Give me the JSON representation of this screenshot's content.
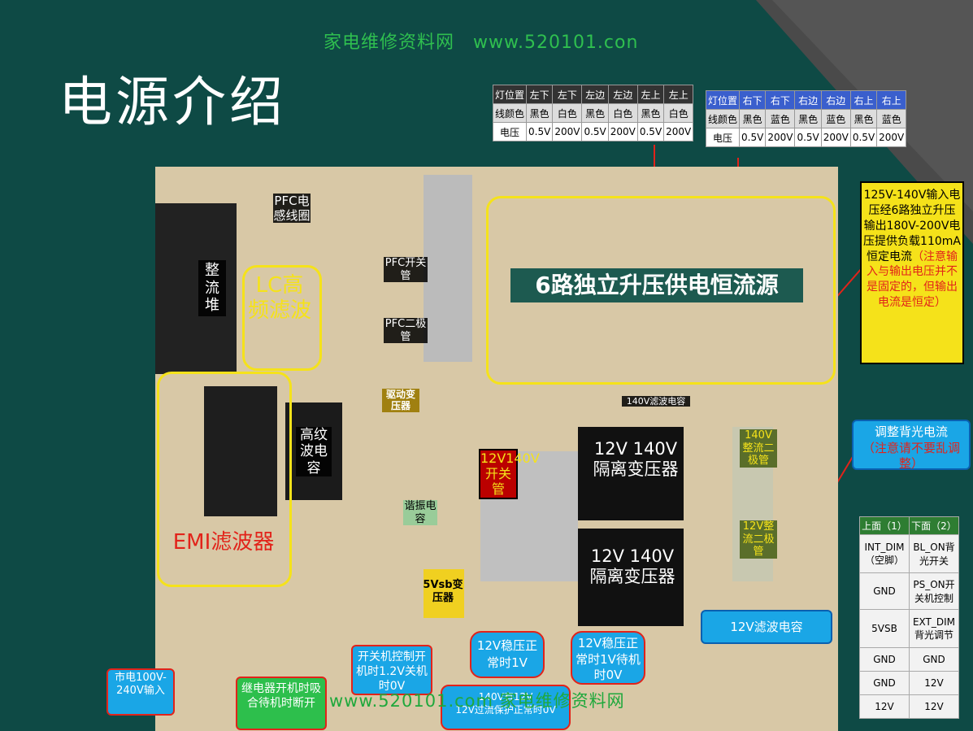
{
  "watermark_top": "家电维修资料网　www.520101.con",
  "watermark_bottom": "www.520101.com 家电维修资料网",
  "title": "电源介绍",
  "table_left": {
    "header": [
      "灯位置",
      "左下",
      "左下",
      "左边",
      "左边",
      "左上",
      "左上"
    ],
    "row1": [
      "线颜色",
      "黑色",
      "白色",
      "黑色",
      "白色",
      "黑色",
      "白色"
    ],
    "row2": [
      "电压",
      "0.5V",
      "200V",
      "0.5V",
      "200V",
      "0.5V",
      "200V"
    ]
  },
  "table_right": {
    "header": [
      "灯位置",
      "右下",
      "右下",
      "右边",
      "右边",
      "右上",
      "右上"
    ],
    "row1": [
      "线颜色",
      "黑色",
      "蓝色",
      "黑色",
      "蓝色",
      "黑色",
      "蓝色"
    ],
    "row2": [
      "电压",
      "0.5V",
      "200V",
      "0.5V",
      "200V",
      "0.5V",
      "200V"
    ]
  },
  "labels": {
    "pfc_inductor": "PFC电感线圈",
    "rectifier": "整流堆",
    "lc_filter": "LC高频滤波",
    "pfc_switch": "PFC开关管",
    "pfc_diode": "PFC二极管",
    "boost": "6路独立升压供电恒流源",
    "emi": "EMI滤波器",
    "hv_cap": "高纹波电容",
    "cap140": "140V滤波电容",
    "drive_tx": "驱动变压器",
    "sw_12_140": "12V140V开关管",
    "res_cap": "谐振电容",
    "tx1": "12V 140V隔离变压器",
    "tx2": "12V 140V隔离变压器",
    "rect140": "140V整流二极管",
    "rect12": "12V整流二极管",
    "tx5v": "5Vsb变压器",
    "cap12": "12V滤波电容"
  },
  "yellow_note": "125V-140V输入电压经6路独立升压输出180V-200V电压提供负载110mA恒定电流",
  "yellow_note_red": "（注意输入与输出电压并不是固定的，但输出电流是恒定）",
  "adjust_title": "调整背光电流",
  "adjust_note": "（注意请不要乱调整）",
  "callouts": {
    "mains": "市电100V-240V输入",
    "relay": "继电器开机时吸合待机时断开",
    "onoff": "开关机控制开机时1.2V关机时0V",
    "reg1": "12V稳压正常时1V",
    "reg2": "12V稳压正常时1V待机时0V",
    "ocp": "140V有12V\n12V过流保护正常时0V"
  },
  "pin_table": {
    "head": [
      "上面（1）",
      "下面（2）"
    ],
    "rows": [
      [
        "INT_DIM（空脚）",
        "BL_ON背光开关"
      ],
      [
        "GND",
        "PS_ON开关机控制"
      ],
      [
        "5VSB",
        "EXT_DIM背光调节"
      ],
      [
        "GND",
        "GND"
      ],
      [
        "GND",
        "12V"
      ],
      [
        "12V",
        "12V"
      ]
    ]
  },
  "colors": {
    "bg": "#0e4a45",
    "accent_green": "#2fbf4f",
    "yellow": "#f5e21a",
    "red": "#e2231a",
    "blue": "#1aa6e6"
  }
}
